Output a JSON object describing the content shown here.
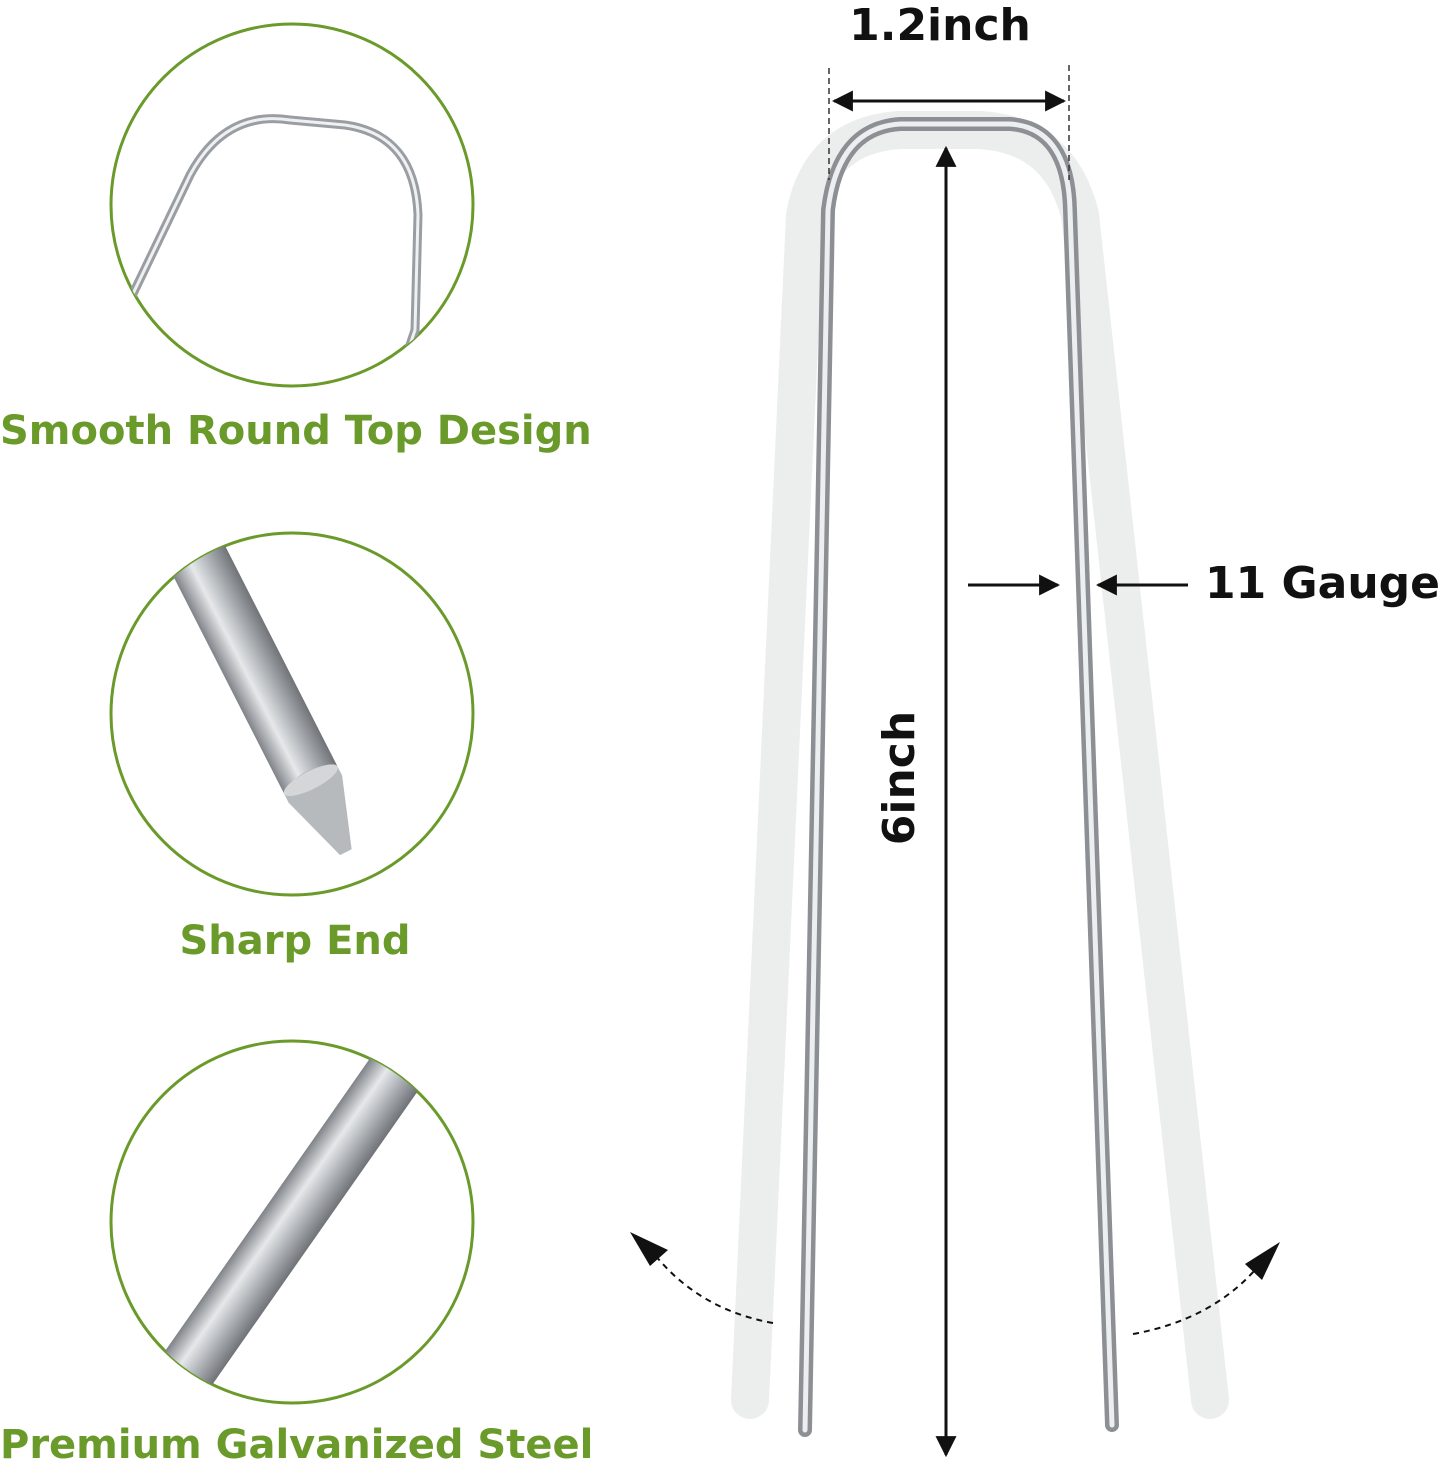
{
  "features": [
    {
      "label": "Smooth Round Top Design",
      "icon": "round-top-icon"
    },
    {
      "label": "Sharp End",
      "icon": "sharp-end-icon"
    },
    {
      "label": "Premium Galvanized Steel",
      "icon": "galvanized-steel-icon"
    }
  ],
  "dimensions": {
    "width": "1.2inch",
    "length": "6inch",
    "gauge": "11 Gauge"
  },
  "colors": {
    "accent_green": "#6a9a2a",
    "steel": "#c4c8cc",
    "steel_dark": "#8c9095",
    "text_dark": "#111111"
  }
}
